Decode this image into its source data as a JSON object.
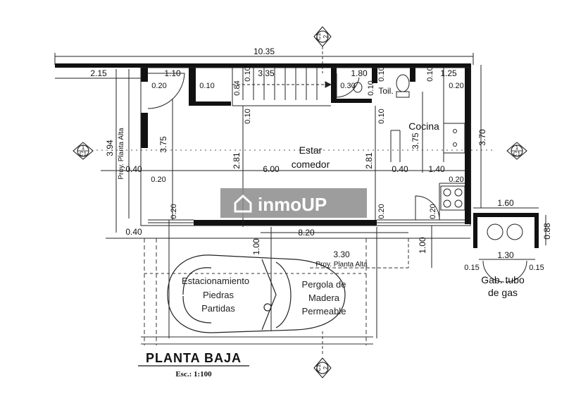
{
  "plan": {
    "title": "PLANTA BAJA",
    "scale": "Esc.: 1:100",
    "watermark": "inmoUP",
    "section_marker": {
      "top": "C1",
      "bottom": "2"
    },
    "side_marker": {
      "top": "1",
      "bottom": "C1"
    },
    "rooms": {
      "estar_line1": "Estar",
      "estar_line2": "comedor",
      "cocina": "Cocina",
      "toil": "Toil.",
      "parking_line1": "Estacionamiento",
      "parking_line2": "Piedras",
      "parking_line3": "Partidas",
      "pergola_line1": "Pergola de",
      "pergola_line2": "Madera",
      "pergola_line3": "Permeable",
      "gas_line1": "Gab. tubo",
      "gas_line2": "de gas"
    },
    "notes": {
      "proy_left": "Proy. Planta Alta",
      "proy_bottom": "Proy. Planta Alta"
    },
    "dims": {
      "total_width": "10.35",
      "d_215": "2.15",
      "d_110": "1.10",
      "d_335": "3.35",
      "d_180": "1.80",
      "d_125": "1.25",
      "d_020_a": "0.20",
      "d_010_a": "0.10",
      "d_084": "0.84",
      "d_010_b": "0.10",
      "d_010_c": "0.10",
      "d_030": "0.30",
      "d_010_d": "0.10",
      "d_010_e": "0.10",
      "d_010_f": "0.10",
      "d_020_b": "0.20",
      "d_010_g": "0.10",
      "d_375_a": "3.75",
      "d_394": "3.94",
      "d_281_a": "2.81",
      "d_281_b": "2.81",
      "d_375_b": "3.75",
      "d_370": "3.70",
      "d_040_a": "0.40",
      "d_600": "6.00",
      "d_040_b": "0.40",
      "d_140": "1.40",
      "d_020_c": "0.20",
      "d_020_d": "0.20",
      "d_020_e": "0.20",
      "d_020_f": "0.20",
      "d_020_g": "0.20",
      "d_160": "1.60",
      "d_040_c": "0.40",
      "d_820": "8.20",
      "d_088": "0.88",
      "d_100_a": "1.00",
      "d_330": "3.30",
      "d_100_b": "1.00",
      "d_130": "1.30",
      "d_015_a": "0.15",
      "d_015_b": "0.15"
    },
    "colors": {
      "wall": "#111111",
      "line": "#222222",
      "watermark_bg": "#8c8c8c"
    }
  }
}
